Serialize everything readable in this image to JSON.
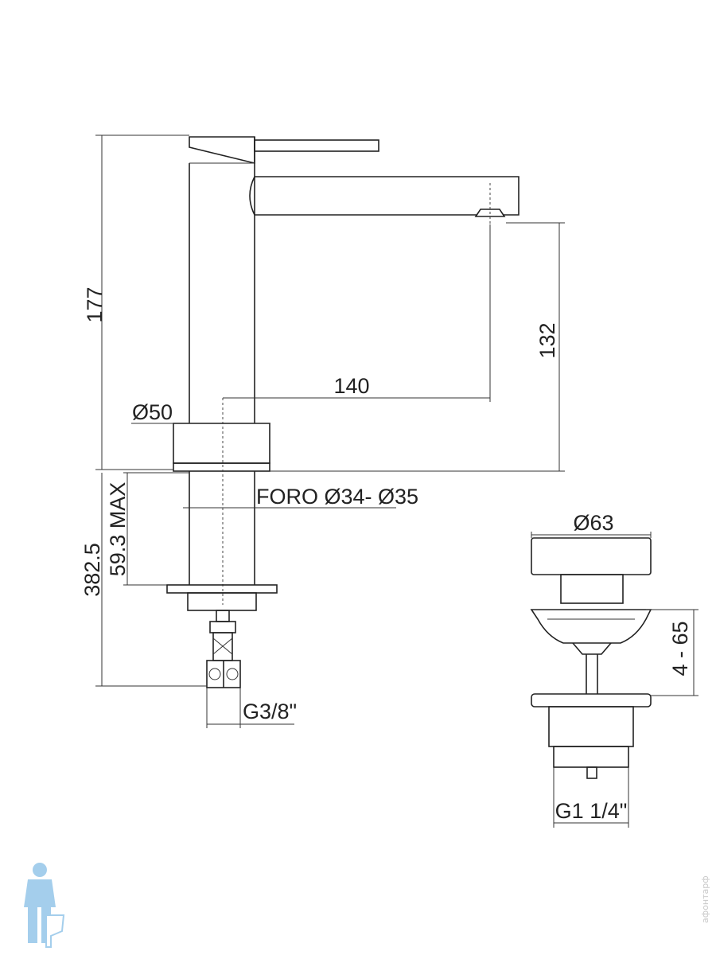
{
  "dimensions": {
    "total_height": "177",
    "spout_height": "132",
    "spout_reach": "140",
    "body_diameter": "Ø50",
    "hole_diameter": "FORO Ø34- Ø35",
    "deck_thickness_max": "59.3 MAX",
    "hose_length": "382.5",
    "hose_thread": "G3/8\"",
    "plug_diameter": "Ø63",
    "plug_range": "4 - 65",
    "waste_thread": "G1 1/4\""
  },
  "watermark": {
    "site": "афонтарф"
  },
  "colors": {
    "line": "#222222",
    "watermark_blue": "#5aa7dd"
  }
}
